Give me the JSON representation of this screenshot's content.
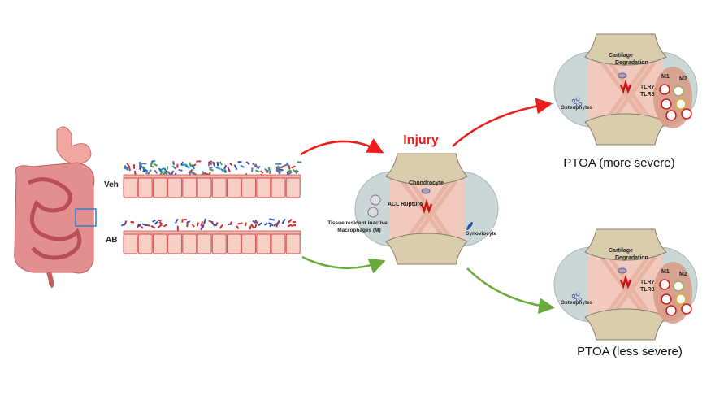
{
  "gut": {
    "veh_label": "Veh",
    "ab_label": "AB"
  },
  "injury": {
    "title": "Injury",
    "chondrocyte": "Chondrocyte",
    "acl_rupture": "ACL Rupture",
    "macrophages_line1": "Tissue resident inactive",
    "macrophages_line2": "Macrophages (M)",
    "synoviocyte": "Synoviocyte"
  },
  "outcomes": [
    {
      "caption": "PTOA (more severe)",
      "cartilage_line1": "Cartilage",
      "cartilage_line2": "Degradation",
      "tlr7": "TLR7",
      "tlr8": "TLR8",
      "m1": "M1",
      "m2": "M2",
      "osteophytes": "Osteophytes"
    },
    {
      "caption": "PTOA (less severe)",
      "cartilage_line1": "Cartilage",
      "cartilage_line2": "Degradation",
      "tlr7": "TLR7",
      "tlr8": "TLR8",
      "m1": "M1",
      "m2": "M2",
      "osteophytes": "Osteophytes"
    }
  ],
  "colors": {
    "red_arrow": "#ee1c1c",
    "green_arrow": "#6aaa3a",
    "injury_text": "#ee1c1c",
    "highlight_box": "#2a7fd4"
  }
}
